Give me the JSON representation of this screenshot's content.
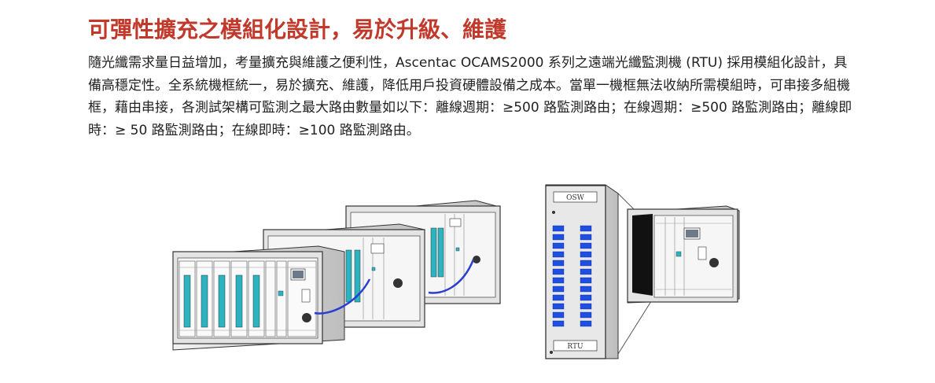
{
  "heading": "可彈性擴充之模組化設計，易於升級、維護",
  "paragraph": "隨光纖需求量日益增加，考量擴充與維護之便利性，Ascentac OCAMS2000 系列之遠端光纖監測機 (RTU) 採用模組化設計，具備高穩定性。全系統機框統一，易於擴充、維護，降低用戶投資硬體設備之成本。當單一機框無法收納所需模組時，可串接多組機框，藉由串接，各測試架構可監測之最大路由數量如以下：離線週期：≥500 路監測路由；在線週期：≥500 路監測路由；離線即時：≥ 50 路監測路由；在線即時：≥100 路監測路由。",
  "figure": {
    "osw_label": "OSW",
    "rtu_label": "RTU",
    "colors": {
      "heading": "#c0392b",
      "card_teal": "#2bb3c0",
      "osw_button": "#1f4fe0",
      "cable": "#2a3fd0"
    }
  }
}
